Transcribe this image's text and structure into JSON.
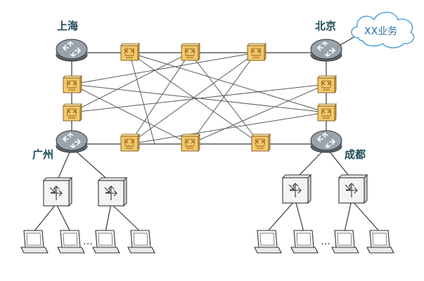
{
  "diagram": {
    "cities": {
      "shanghai": "上海",
      "beijing": "北京",
      "guangzhou": "广州",
      "chengdu": "成都"
    },
    "service_cloud": "XX业务",
    "ellipsis_left": "…",
    "ellipsis_right": "…",
    "icons": {
      "core_router": "router-icon",
      "transport_node": "optical-switch-icon",
      "access_switch": "switch-icon",
      "terminal": "laptop-icon",
      "service": "cloud-icon"
    },
    "colors": {
      "router": "#8e98a1",
      "transport_node": "#f3c86b",
      "cloud": "#5aa6dc",
      "label": "#1b4a57"
    }
  }
}
